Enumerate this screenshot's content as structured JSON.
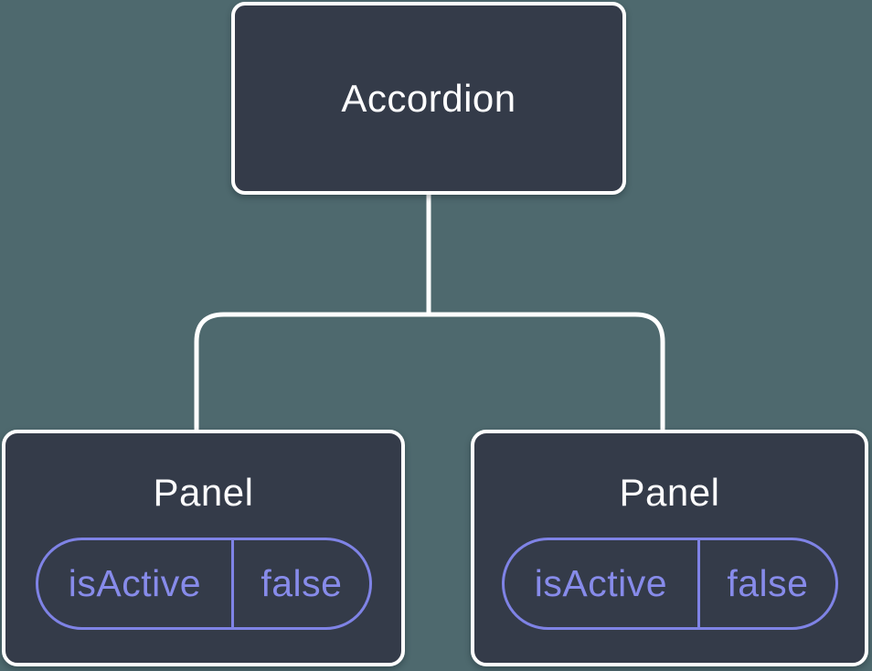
{
  "colors": {
    "background": "#4e696e",
    "node_fill": "#343b49",
    "node_border": "#ffffff",
    "title_text": "#fdfdfe",
    "accent_purple": "#7f83e6"
  },
  "tree": {
    "root": {
      "label": "Accordion"
    },
    "children": [
      {
        "label": "Panel",
        "prop": {
          "name": "isActive",
          "value": "false"
        }
      },
      {
        "label": "Panel",
        "prop": {
          "name": "isActive",
          "value": "false"
        }
      }
    ]
  }
}
